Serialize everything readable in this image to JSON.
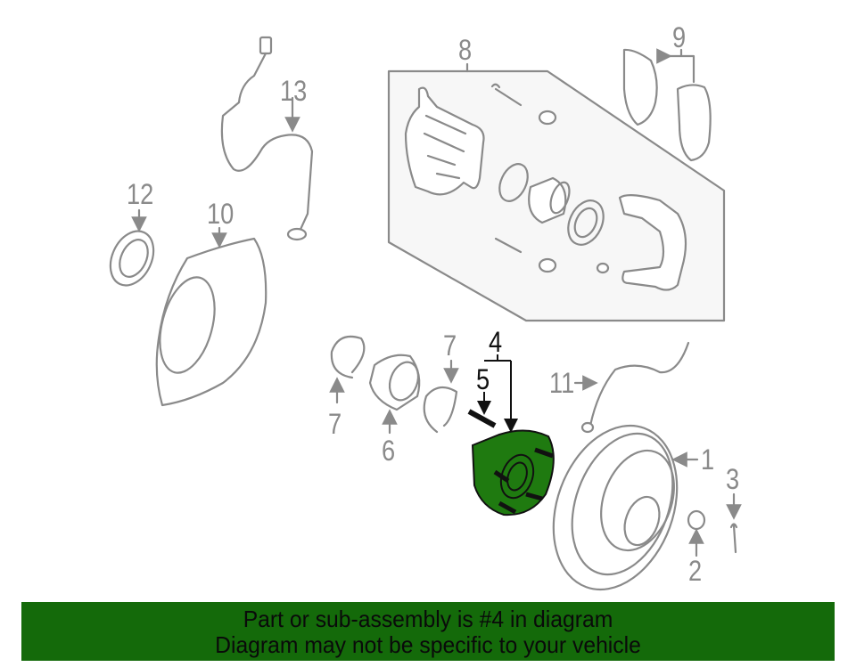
{
  "diagram": {
    "title": "Front brake / hub assembly exploded parts diagram",
    "highlight_color": "#1f7a10",
    "line_color": "#8a8a8a",
    "callouts": [
      {
        "id": "1",
        "label": "1",
        "part": "brake-rotor"
      },
      {
        "id": "2",
        "label": "2",
        "part": "hub-nut"
      },
      {
        "id": "3",
        "label": "3",
        "part": "cotter-pin"
      },
      {
        "id": "4",
        "label": "4",
        "part": "hub-assembly",
        "highlighted": true
      },
      {
        "id": "5",
        "label": "5",
        "part": "wheel-stud",
        "highlighted": true
      },
      {
        "id": "6",
        "label": "6",
        "part": "wheel-bearing"
      },
      {
        "id": "7a",
        "label": "7",
        "part": "snap-ring"
      },
      {
        "id": "7b",
        "label": "7",
        "part": "snap-ring"
      },
      {
        "id": "8",
        "label": "8",
        "part": "caliper-assembly"
      },
      {
        "id": "9",
        "label": "9",
        "part": "brake-pads"
      },
      {
        "id": "10",
        "label": "10",
        "part": "splash-shield"
      },
      {
        "id": "11",
        "label": "11",
        "part": "brake-hose"
      },
      {
        "id": "12",
        "label": "12",
        "part": "abs-tone-ring"
      },
      {
        "id": "13",
        "label": "13",
        "part": "abs-sensor"
      }
    ]
  },
  "banner": {
    "line1": "Part or sub-assembly is #4 in diagram",
    "line2": "Diagram may not be specific to your vehicle",
    "background": "#146a0a"
  }
}
